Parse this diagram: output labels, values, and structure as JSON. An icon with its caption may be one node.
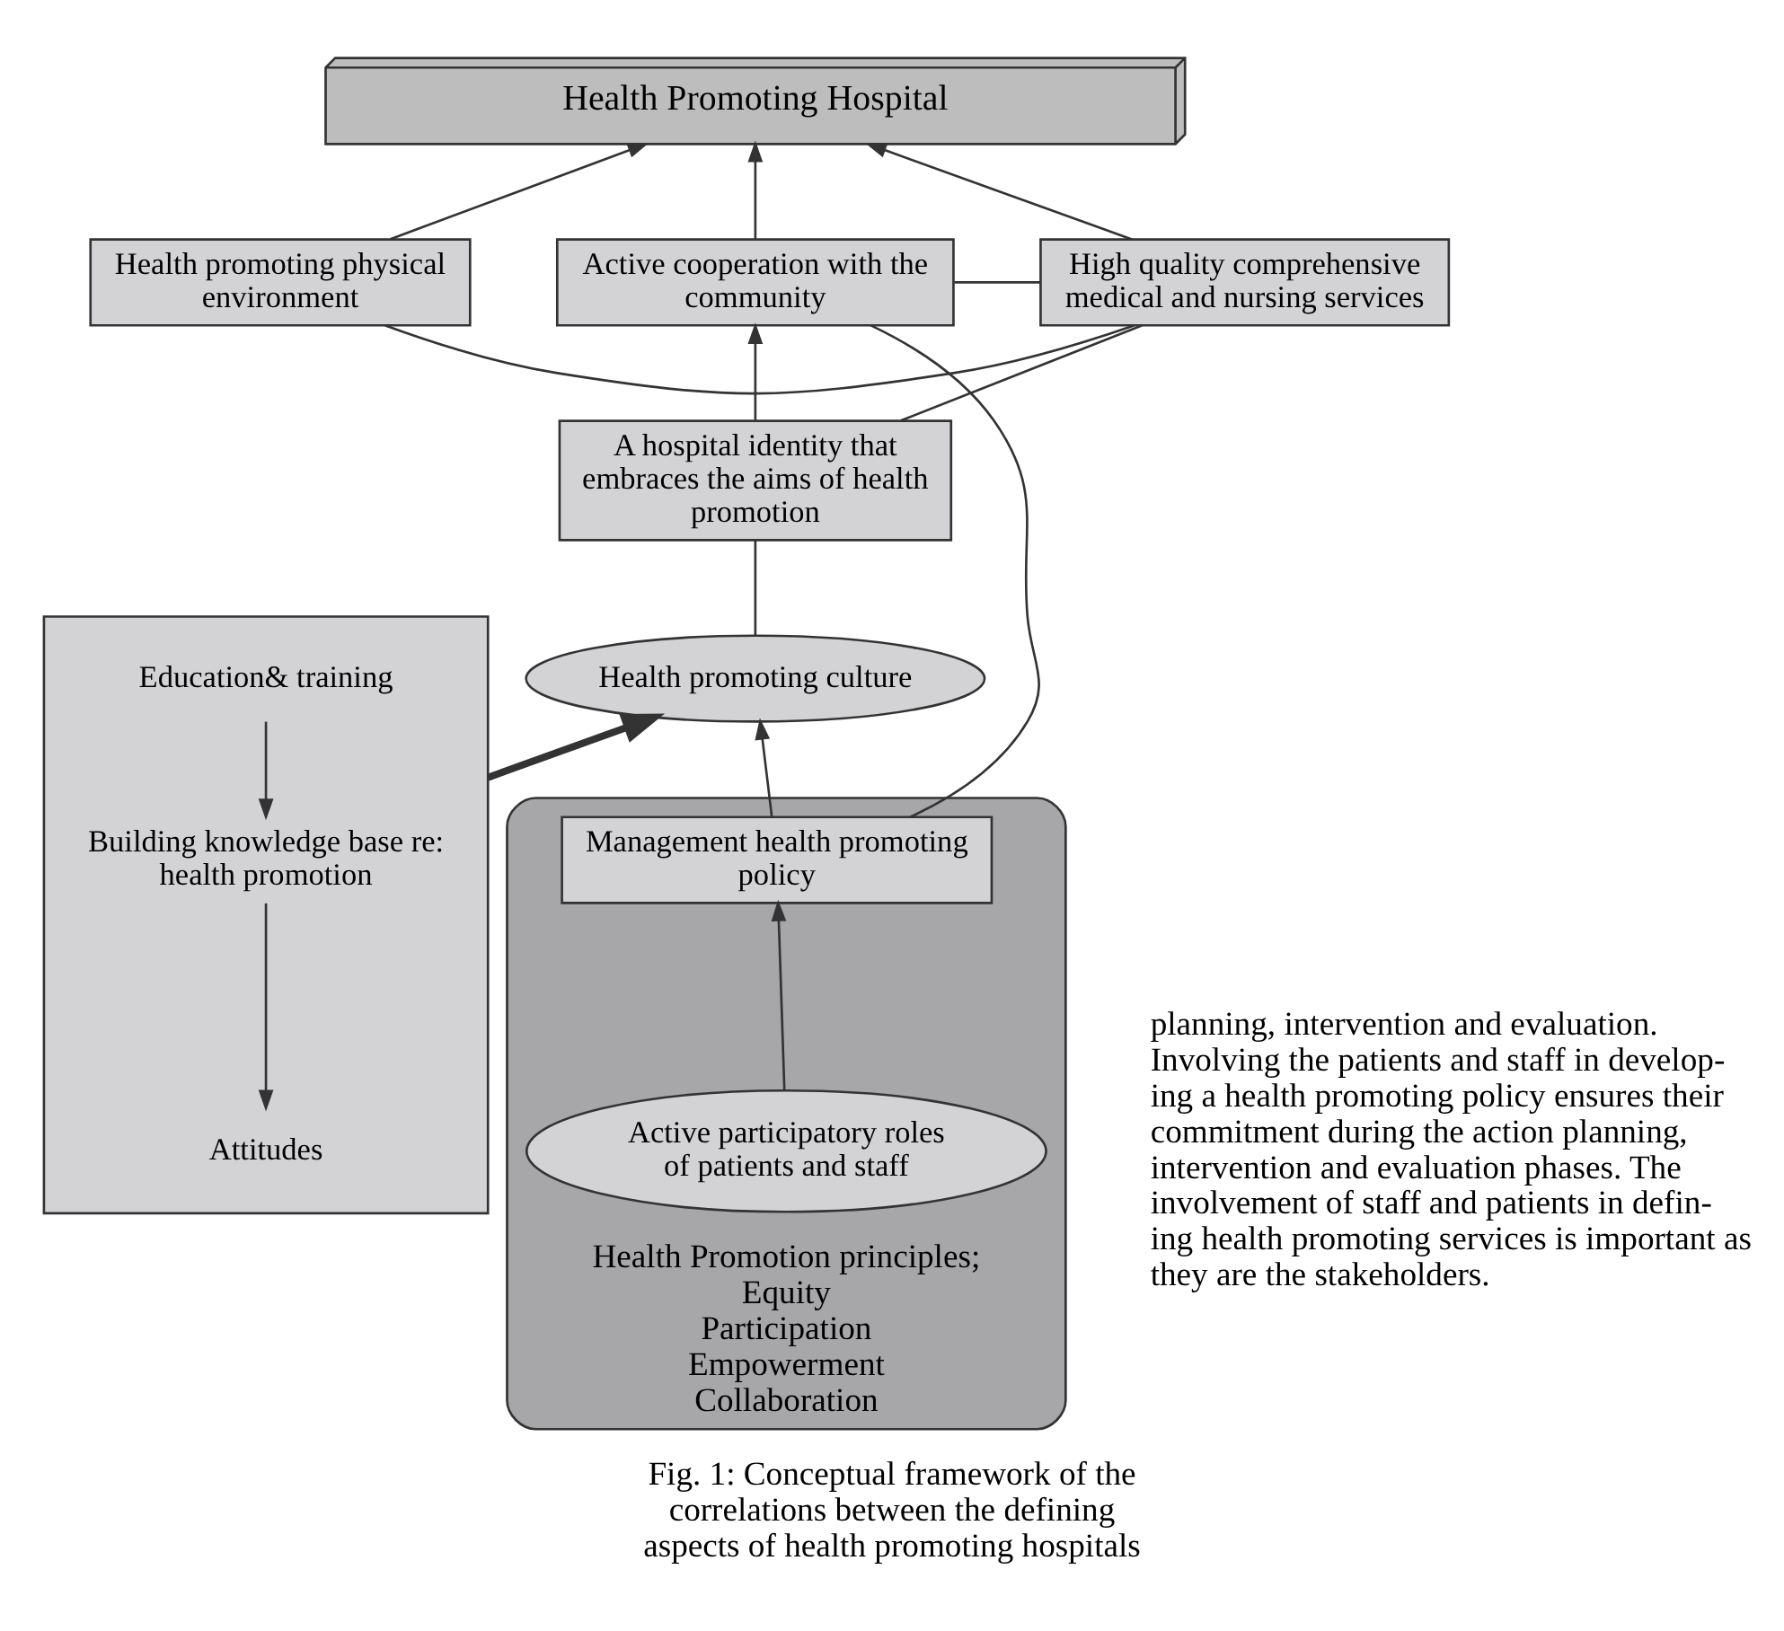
{
  "diagram": {
    "caption": "Fig. 1: Conceptual framework of the correlations between the defining aspects of health promoting hospitals",
    "nodes": [
      {
        "text": [
          "Health Promoting Hospital"
        ]
      },
      {
        "text": [
          "Active cooperation with the community"
        ]
      },
      {
        "text": [
          "High quality comprehensive medical and nursing services"
        ]
      },
      {
        "text": [
          "Health promoting physical environment"
        ]
      },
      {
        "text": [
          "A hospital identity that embraces the aims of health promotion"
        ]
      },
      {
        "text": [],
        "shape": "box"
      },
      {
        "text": [
          "Education& training"
        ],
        "in": 5
      },
      {
        "text": [
          "Building knowledge base re: health promotion"
        ],
        "in": 5
      },
      {
        "text": [
          "Attitudes"
        ],
        "in": 5
      },
      {
        "text": [
          "Health promoting culture"
        ]
      },
      {
        "text": [
          "Health Promotion principles;",
          "Equity",
          "Participation",
          "Empowerment",
          "Collaboration"
        ]
      },
      {
        "text": [
          "Management health promoting policy"
        ],
        "in": 10
      },
      {
        "text": [
          "Active participatory roles of patients and staff"
        ],
        "in": 10
      }
    ],
    "edges": [
      {
        "from": 1,
        "to": 0,
        "arrow": "to"
      },
      {
        "from": 2,
        "to": 0,
        "arrow": "to"
      },
      {
        "from": 3,
        "to": 0,
        "arrow": "to"
      },
      {
        "from": 4,
        "to": 1,
        "arrow": "to"
      },
      {
        "from": 1,
        "to": 2,
        "arrow": "none"
      },
      {
        "from": 4,
        "to": 2,
        "arrow": "none"
      },
      {
        "from": 2,
        "to": 3,
        "arrow": "none"
      },
      {
        "from": 9,
        "to": 4,
        "arrow": "none"
      },
      {
        "from": 6,
        "to": 7,
        "arrow": "to"
      },
      {
        "from": 7,
        "to": 8,
        "arrow": "to"
      },
      {
        "from": 5,
        "to": 9,
        "arrow": "to",
        "style": "thick"
      },
      {
        "from": 11,
        "to": 9,
        "arrow": "to"
      },
      {
        "from": 11,
        "to": 1,
        "arrow": "none"
      },
      {
        "from": 12,
        "to": 11,
        "arrow": "to"
      }
    ],
    "labels": [
      "planning, intervention and evaluation. Involving the patients and staff in develop- ing a health promoting policy ensures their commitment during the action planning, intervention and evaluation phases. The involvement of staff and patients in defin- ing health promoting services is important as they are the stakeholders."
    ]
  }
}
